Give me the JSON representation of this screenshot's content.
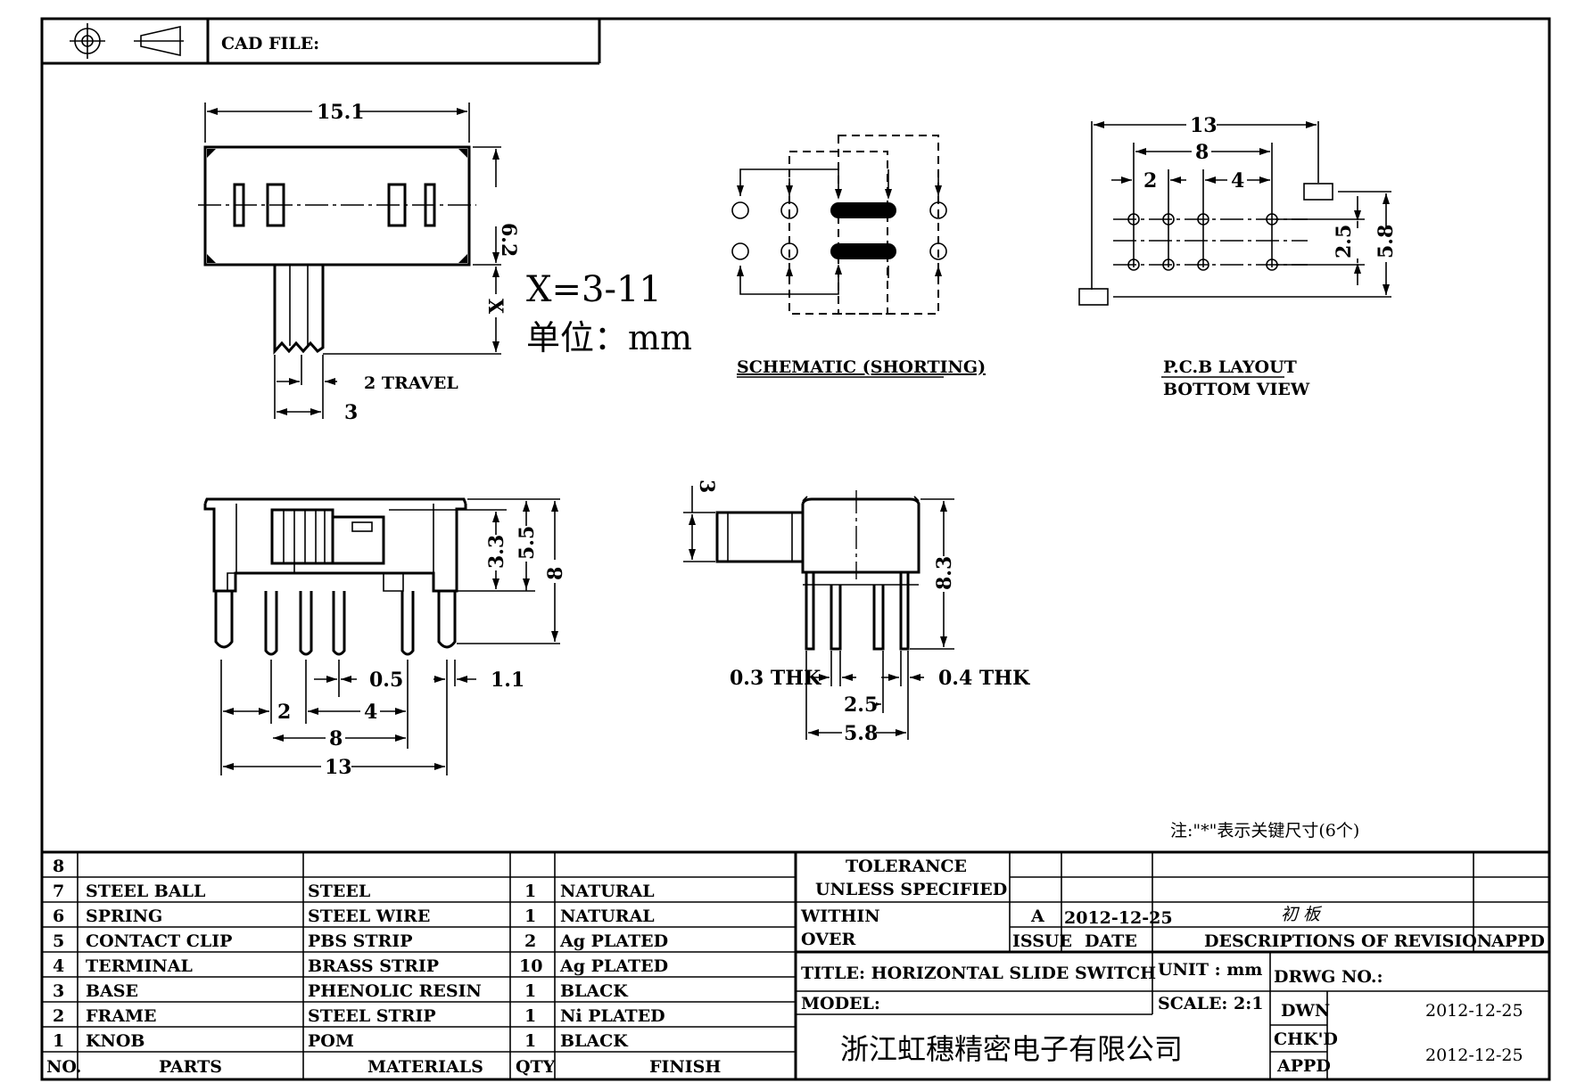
{
  "header": {
    "cad_file_label": "CAD FILE:",
    "projection_symbol": "first-angle-projection-icon"
  },
  "top_view": {
    "dim_length": "15.1",
    "dim_width": "6.2",
    "dim_x": "X",
    "dim_travel": "2 TRAVEL",
    "dim_knob": "3",
    "note_x": "X=3-11",
    "note_unit": "单位：mm"
  },
  "schematic": {
    "caption": "SCHEMATIC (SHORTING)"
  },
  "pcb": {
    "dim_13": "13",
    "dim_8": "8",
    "dim_2": "2",
    "dim_4": "4",
    "dim_2_5": "2.5",
    "dim_5_8": "5.8",
    "caption_1": "P.C.B LAYOUT",
    "caption_2": "BOTTOM VIEW"
  },
  "front_view": {
    "dim_3_3": "3.3",
    "dim_5_5": "5.5",
    "dim_8": "8",
    "dim_0_5": "0.5",
    "dim_1_1": "1.1",
    "dim_2": "2",
    "dim_4": "4",
    "dim_8b": "8",
    "dim_13": "13"
  },
  "side_view": {
    "dim_3": "3",
    "dim_8_3": "8.3",
    "dim_03_thk": "0.3 THK",
    "dim_04_thk": "0.4 THK",
    "dim_2_5": "2.5",
    "dim_5_8": "5.8"
  },
  "note_key_dims": "注:\"*\"表示关键尺寸(6个)",
  "bom": {
    "rows": [
      {
        "no": "8",
        "part": "",
        "material": "",
        "qty": "",
        "finish": ""
      },
      {
        "no": "7",
        "part": "STEEL BALL",
        "material": "STEEL",
        "qty": "1",
        "finish": "NATURAL"
      },
      {
        "no": "6",
        "part": "SPRING",
        "material": "STEEL WIRE",
        "qty": "1",
        "finish": "NATURAL"
      },
      {
        "no": "5",
        "part": "CONTACT CLIP",
        "material": "PBS STRIP",
        "qty": "2",
        "finish": "Ag PLATED"
      },
      {
        "no": "4",
        "part": "TERMINAL",
        "material": "BRASS STRIP",
        "qty": "10",
        "finish": "Ag PLATED"
      },
      {
        "no": "3",
        "part": "BASE",
        "material": "PHENOLIC RESIN",
        "qty": "1",
        "finish": "BLACK"
      },
      {
        "no": "2",
        "part": "FRAME",
        "material": "STEEL STRIP",
        "qty": "1",
        "finish": "Ni PLATED"
      },
      {
        "no": "1",
        "part": "KNOB",
        "material": "POM",
        "qty": "1",
        "finish": "BLACK"
      }
    ],
    "headers": {
      "no": "NO.",
      "part": "PARTS",
      "material": "MATERIALS",
      "qty": "QTY",
      "finish": "FINISH"
    }
  },
  "title_block": {
    "tolerance_1": "TOLERANCE",
    "tolerance_2": "UNLESS  SPECIFIED",
    "within": "WITHIN",
    "over": "OVER",
    "issue_value": "A",
    "issue_date": "2012-12-25",
    "revision_desc": "初 板",
    "issue_label": "ISSUE",
    "date_label": "DATE",
    "descriptions_label": "DESCRIPTIONS OF REVISION",
    "appd_label": "APPD",
    "title": "TITLE: HORIZONTAL SLIDE SWITCH",
    "unit": "UNIT : mm",
    "drwg_no": "DRWG NO.:",
    "model": "MODEL:",
    "scale": "SCALE: 2:1",
    "dwn_label": "DWN",
    "dwn_date": "2012-12-25",
    "chkd_label": "CHK'D",
    "chkd_date": "2012-12-25",
    "appd2_label": "APPD",
    "company": "浙江虹穗精密电子有限公司"
  }
}
